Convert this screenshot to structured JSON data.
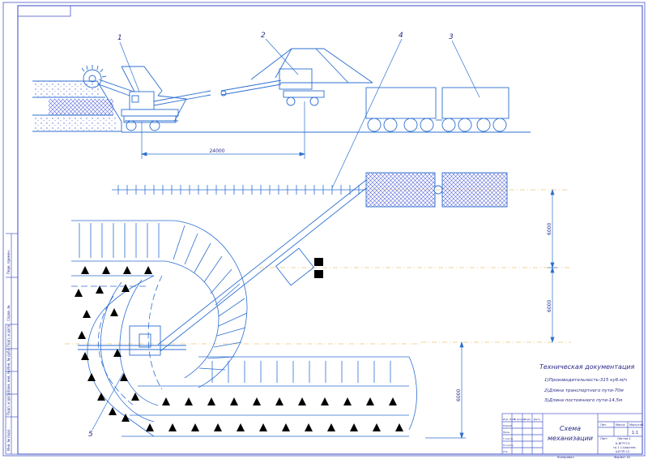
{
  "colors": {
    "line": "#2c6fd0",
    "frame": "#4a5ac8",
    "text": "#2a2a8a",
    "hatch": "#5a6ad8",
    "axis": "#e0a830",
    "black": "#000000"
  },
  "callouts": {
    "c1": "1",
    "c2": "2",
    "c3": "3",
    "c4": "4",
    "c5": "5"
  },
  "dimensions": {
    "horizontal": "24000",
    "vertical_upper": "6000",
    "vertical_middle": "6000",
    "vertical_lower": "6000"
  },
  "tech_doc": {
    "title": "Техническая документация",
    "line1": "1)Производительность-315 куб.м/ч",
    "line2": "2)Длина транспортного пути-70м",
    "line3": "3)Длина постоянного пути-14,5м"
  },
  "title_block": {
    "drawing_title_1": "Схема",
    "drawing_title_2": "механизации",
    "col_lit": "Лит.",
    "col_mass": "Масса",
    "col_scale": "Масштаб",
    "scale_value": "1:1",
    "sheet": "Лист",
    "sheets": "Листов 1",
    "org_1": "Б-ВГРГ13",
    "org_2": "гр.1.1.Шарнэм",
    "org_3": "ШГПП-12",
    "rows": [
      "Изм. Лист",
      "№ докум.",
      "Подп.",
      "Дата"
    ],
    "roles": [
      "Разраб.",
      "Пров.",
      "Т.контр.",
      "Н.контр.",
      "Утв."
    ],
    "copied": "Копировал",
    "format": "Формат А1"
  },
  "side_stamp": {
    "perv_primen": "Перв. примен.",
    "sprav": "Справ. №",
    "podp_data": "Подп. и дата",
    "inv_dubl": "Инв. № дубл.",
    "vzam_inv": "Взам. инв. №",
    "podp_data_2": "Подп. и дата",
    "inv_podl": "Инв. № подл."
  }
}
